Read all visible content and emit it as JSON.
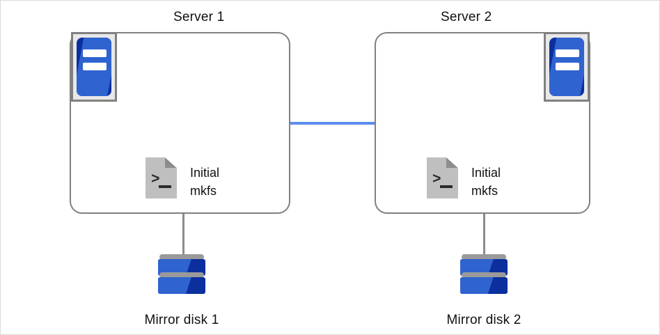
{
  "diagram": {
    "title_server_1": "Server 1",
    "title_server_2": "Server 2",
    "nodes": [
      {
        "id": "server-1",
        "title": "Server 1",
        "icon": "server-icon",
        "script_icon": "terminal-script-icon",
        "script_label_line1": "Initial",
        "script_label_line2": "mkfs",
        "disk_icon": "mirror-disk-icon",
        "disk_label": "Mirror disk 1"
      },
      {
        "id": "server-2",
        "title": "Server 2",
        "icon": "server-icon",
        "script_icon": "terminal-script-icon",
        "script_label_line1": "Initial",
        "script_label_line2": "mkfs",
        "disk_icon": "mirror-disk-icon",
        "disk_label": "Mirror disk 2"
      }
    ],
    "script_label_1": "Initial mkfs",
    "script_label_2": "Initial mkfs",
    "script_line1_a": "Initial",
    "script_line2_a": "mkfs",
    "script_line1_b": "Initial",
    "script_line2_b": "mkfs",
    "disk_label_1": "Mirror disk 1",
    "disk_label_2": "Mirror disk 2",
    "connector": {
      "name": "interconnect-link",
      "color": "#5b8def"
    },
    "colors": {
      "box_border": "#808080",
      "icon_frame": "#808080",
      "icon_frame_fill": "#e8e8e8",
      "blue_dark": "#0b2f9c",
      "blue_light": "#2f63cf",
      "disk_cap": "#9a9a9a",
      "script_page": "#bfbfbf",
      "script_fold": "#8c8c8c",
      "text": "#111111",
      "canvas_border": "#d9d9d9",
      "link": "#5b8def",
      "disk_stem": "#8c8c8c"
    }
  }
}
